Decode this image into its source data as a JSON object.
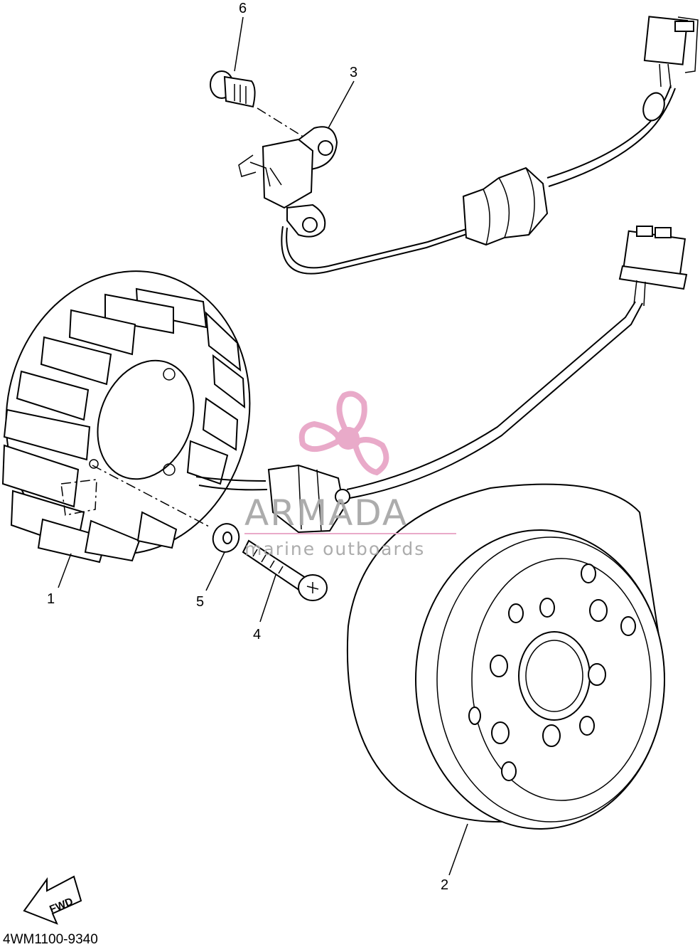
{
  "diagram": {
    "callouts": [
      {
        "id": "1",
        "text": "1"
      },
      {
        "id": "2",
        "text": "2"
      },
      {
        "id": "3",
        "text": "3"
      },
      {
        "id": "4",
        "text": "4"
      },
      {
        "id": "5",
        "text": "5"
      },
      {
        "id": "6",
        "text": "6"
      }
    ],
    "fwd_label": "FWD",
    "drawing_code": "4WM1100-9340"
  },
  "watermark": {
    "brand": "ARMADA",
    "tagline": "marine outboards",
    "color": "#e8a6c7",
    "icon": "propeller-logo-icon"
  }
}
